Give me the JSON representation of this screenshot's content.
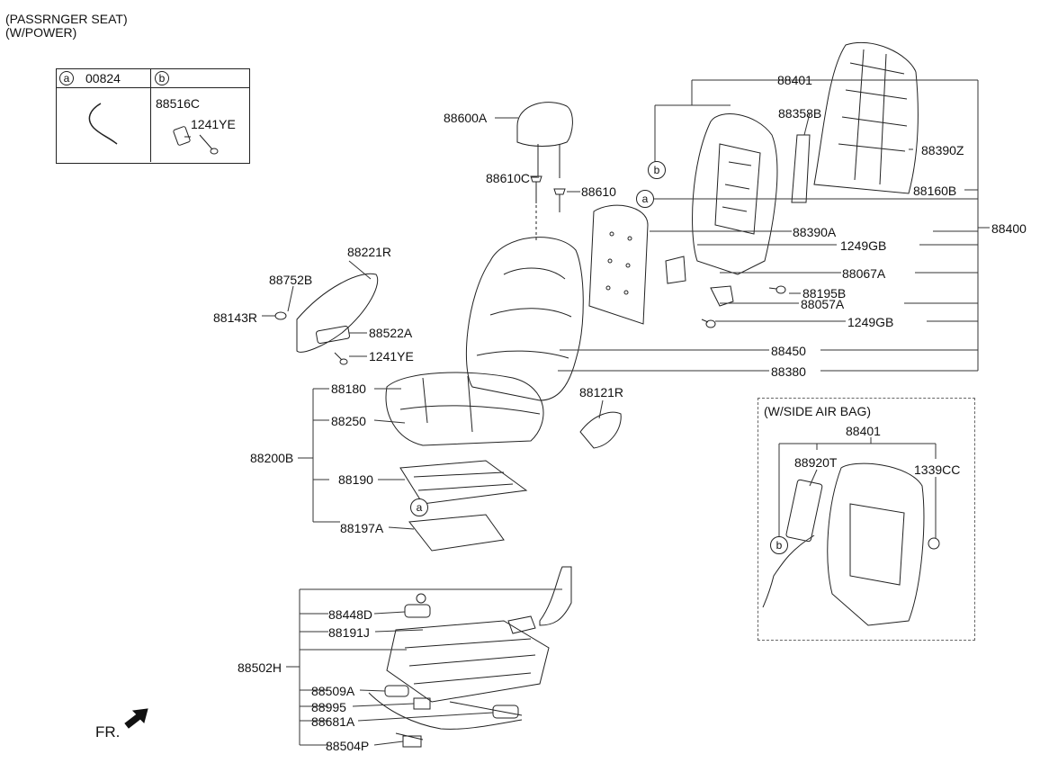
{
  "header": {
    "line1": "(PASSRNGER SEAT)",
    "line2": "(W/POWER)"
  },
  "legend": {
    "a_letter": "a",
    "a_code": "00824",
    "b_letter": "b",
    "b_part1": "88516C",
    "b_part2": "1241YE"
  },
  "callouts": {
    "a": "a",
    "b": "b"
  },
  "labels": {
    "p88600A": "88600A",
    "p88610C": "88610C",
    "p88610": "88610",
    "p88221R": "88221R",
    "p88752B": "88752B",
    "p88143R": "88143R",
    "p88522A": "88522A",
    "p1241YE": "1241YE",
    "p88180": "88180",
    "p88250": "88250",
    "p88200B": "88200B",
    "p88190": "88190",
    "p88197A": "88197A",
    "p88121R": "88121R",
    "p88401": "88401",
    "p88358B": "88358B",
    "p88390Z": "88390Z",
    "p88160B": "88160B",
    "p88390A": "88390A",
    "p1249GB_1": "1249GB",
    "p88400": "88400",
    "p88067A": "88067A",
    "p88195B": "88195B",
    "p88057A": "88057A",
    "p1249GB_2": "1249GB",
    "p88450": "88450",
    "p88380": "88380",
    "p88448D": "88448D",
    "p88191J": "88191J",
    "p88502H": "88502H",
    "p88509A": "88509A",
    "p88995": "88995",
    "p88681A": "88681A",
    "p88504P": "88504P"
  },
  "airbag_section": {
    "title": "(W/SIDE AIR BAG)",
    "p88401": "88401",
    "p88920T": "88920T",
    "p1339CC": "1339CC",
    "b_letter": "b"
  },
  "front_marker": "FR."
}
